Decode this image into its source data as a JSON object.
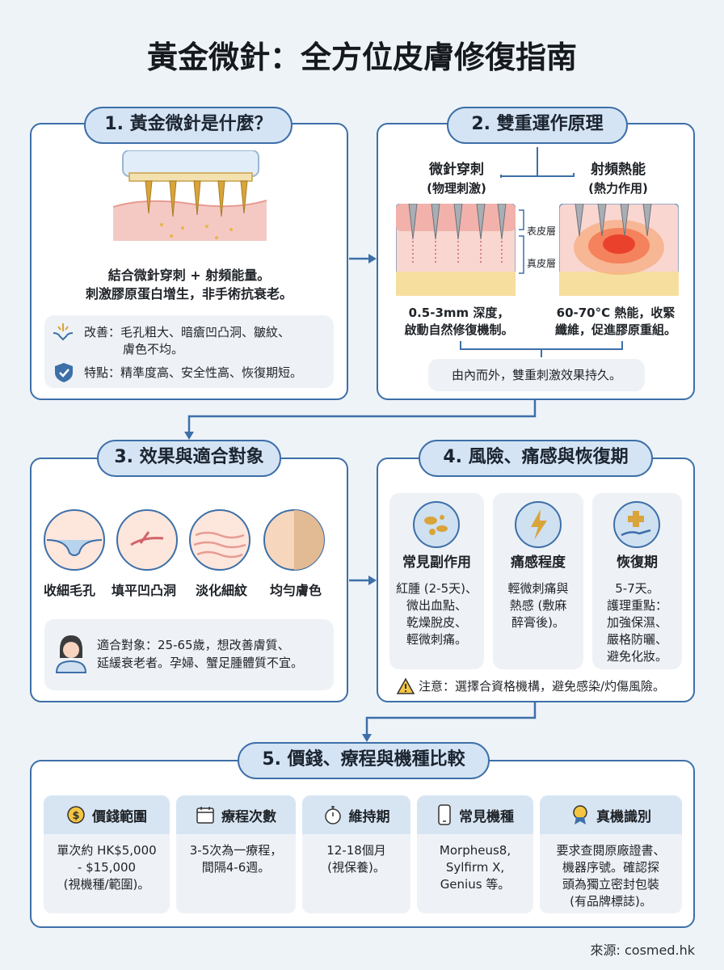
{
  "title": "黃金微針：全方位皮膚修復指南",
  "s1": {
    "heading": "1. 黃金微針是什麼？",
    "desc1": "結合微針穿刺 + 射頻能量。",
    "desc2": "刺激膠原蛋白增生，非手術抗衰老。",
    "improve1": "改善：毛孔粗大、暗瘡凹凸洞、皺紋、",
    "improve2": "膚色不均。",
    "feature": "特點：精準度高、安全性高、恢復期短。"
  },
  "s2": {
    "heading": "2. 雙重運作原理",
    "left_title1": "微針穿刺",
    "left_title2": "(物理刺激)",
    "right_title1": "射頻熱能",
    "right_title2": "(熱力作用)",
    "layer_epidermis": "表皮層",
    "layer_dermis": "真皮層",
    "left_desc1": "0.5-3mm 深度，",
    "left_desc2": "啟動自然修復機制。",
    "right_desc1": "60-70°C 熱能，收緊",
    "right_desc2": "纖維，促進膠原重組。",
    "summary": "由內而外，雙重刺激效果持久。"
  },
  "s3": {
    "heading": "3. 效果與適合對象",
    "effects": [
      "收細毛孔",
      "填平凹凸洞",
      "淡化細紋",
      "均勻膚色"
    ],
    "target1": "適合對象：25-65歲，想改善膚質、",
    "target2": "延緩衰老者。孕婦、蟹足腫體質不宜。"
  },
  "s4": {
    "heading": "4. 風險、痛感與恢復期",
    "cols": [
      {
        "title": "常見副作用",
        "lines": [
          "紅腫 (2-5天)、",
          "微出血點、",
          "乾燥脫皮、",
          "輕微刺痛。"
        ]
      },
      {
        "title": "痛感程度",
        "lines": [
          "輕微刺痛與",
          "熱感 (敷麻",
          "醉膏後)。"
        ]
      },
      {
        "title": "恢復期",
        "lines": [
          "5-7天。",
          "護理重點：",
          "加強保濕、",
          "嚴格防曬、",
          "避免化妝。"
        ]
      }
    ],
    "warning": "注意：選擇合資格機構，避免感染/灼傷風險。"
  },
  "s5": {
    "heading": "5. 價錢、療程與機種比較",
    "cols": [
      {
        "title": "價錢範圍",
        "icon": "dollar-icon",
        "lines": [
          "單次約 HK$5,000",
          "- $15,000",
          "(視機種/範圍)。"
        ]
      },
      {
        "title": "療程次數",
        "icon": "calendar-icon",
        "lines": [
          "3-5次為一療程，",
          "間隔4-6週。"
        ]
      },
      {
        "title": "維持期",
        "icon": "stopwatch-icon",
        "lines": [
          "12-18個月",
          "(視保養)。"
        ]
      },
      {
        "title": "常見機種",
        "icon": "phone-icon",
        "lines": [
          "Morpheus8,",
          "Sylfirm X,",
          "Genius 等。"
        ]
      },
      {
        "title": "真機識別",
        "icon": "award-icon",
        "lines": [
          "要求查閱原廠證書、",
          "機器序號。確認探",
          "頭為獨立密封包裝",
          "(有品牌標誌)。"
        ]
      }
    ]
  },
  "source": "來源: cosmed.hk",
  "colors": {
    "border": "#3d6fa8",
    "pill": "#d5e4f4",
    "bg": "#eef3f8",
    "gold": "#d9a43a",
    "skin": "#f4c9c4"
  }
}
